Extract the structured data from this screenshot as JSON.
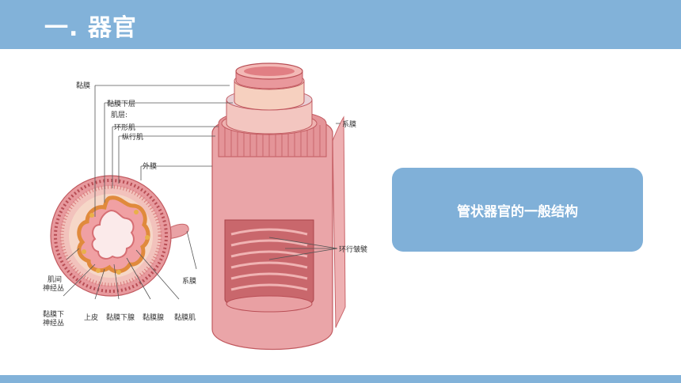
{
  "header": {
    "title": "一. 器官"
  },
  "figure": {
    "labels": {
      "mucosa": "黏膜",
      "submucosa": "黏膜下层",
      "muscularis": "肌层:",
      "circular_muscle": "环形肌",
      "longitudinal_muscle": "纵行肌",
      "adventitia": "外膜",
      "mesentery_right": "系膜",
      "circular_folds": "环行皱襞",
      "myenteric_plexus": "肌间\n神经丛",
      "submucosal_plexus": "黏膜下\n神经丛",
      "epithelium": "上皮",
      "submucosal_gland": "黏膜下腺",
      "mucosal_gland": "黏膜腺",
      "muscularis_mucosae": "黏膜肌",
      "mesentery_left": "系膜"
    }
  },
  "caption": {
    "text": "管状器官的一般结构"
  },
  "colors": {
    "bar": "#82b2d9",
    "caption_bg": "#80b0d8",
    "tissue": "#e8a0a3",
    "tissue_dark": "#d66f74"
  }
}
